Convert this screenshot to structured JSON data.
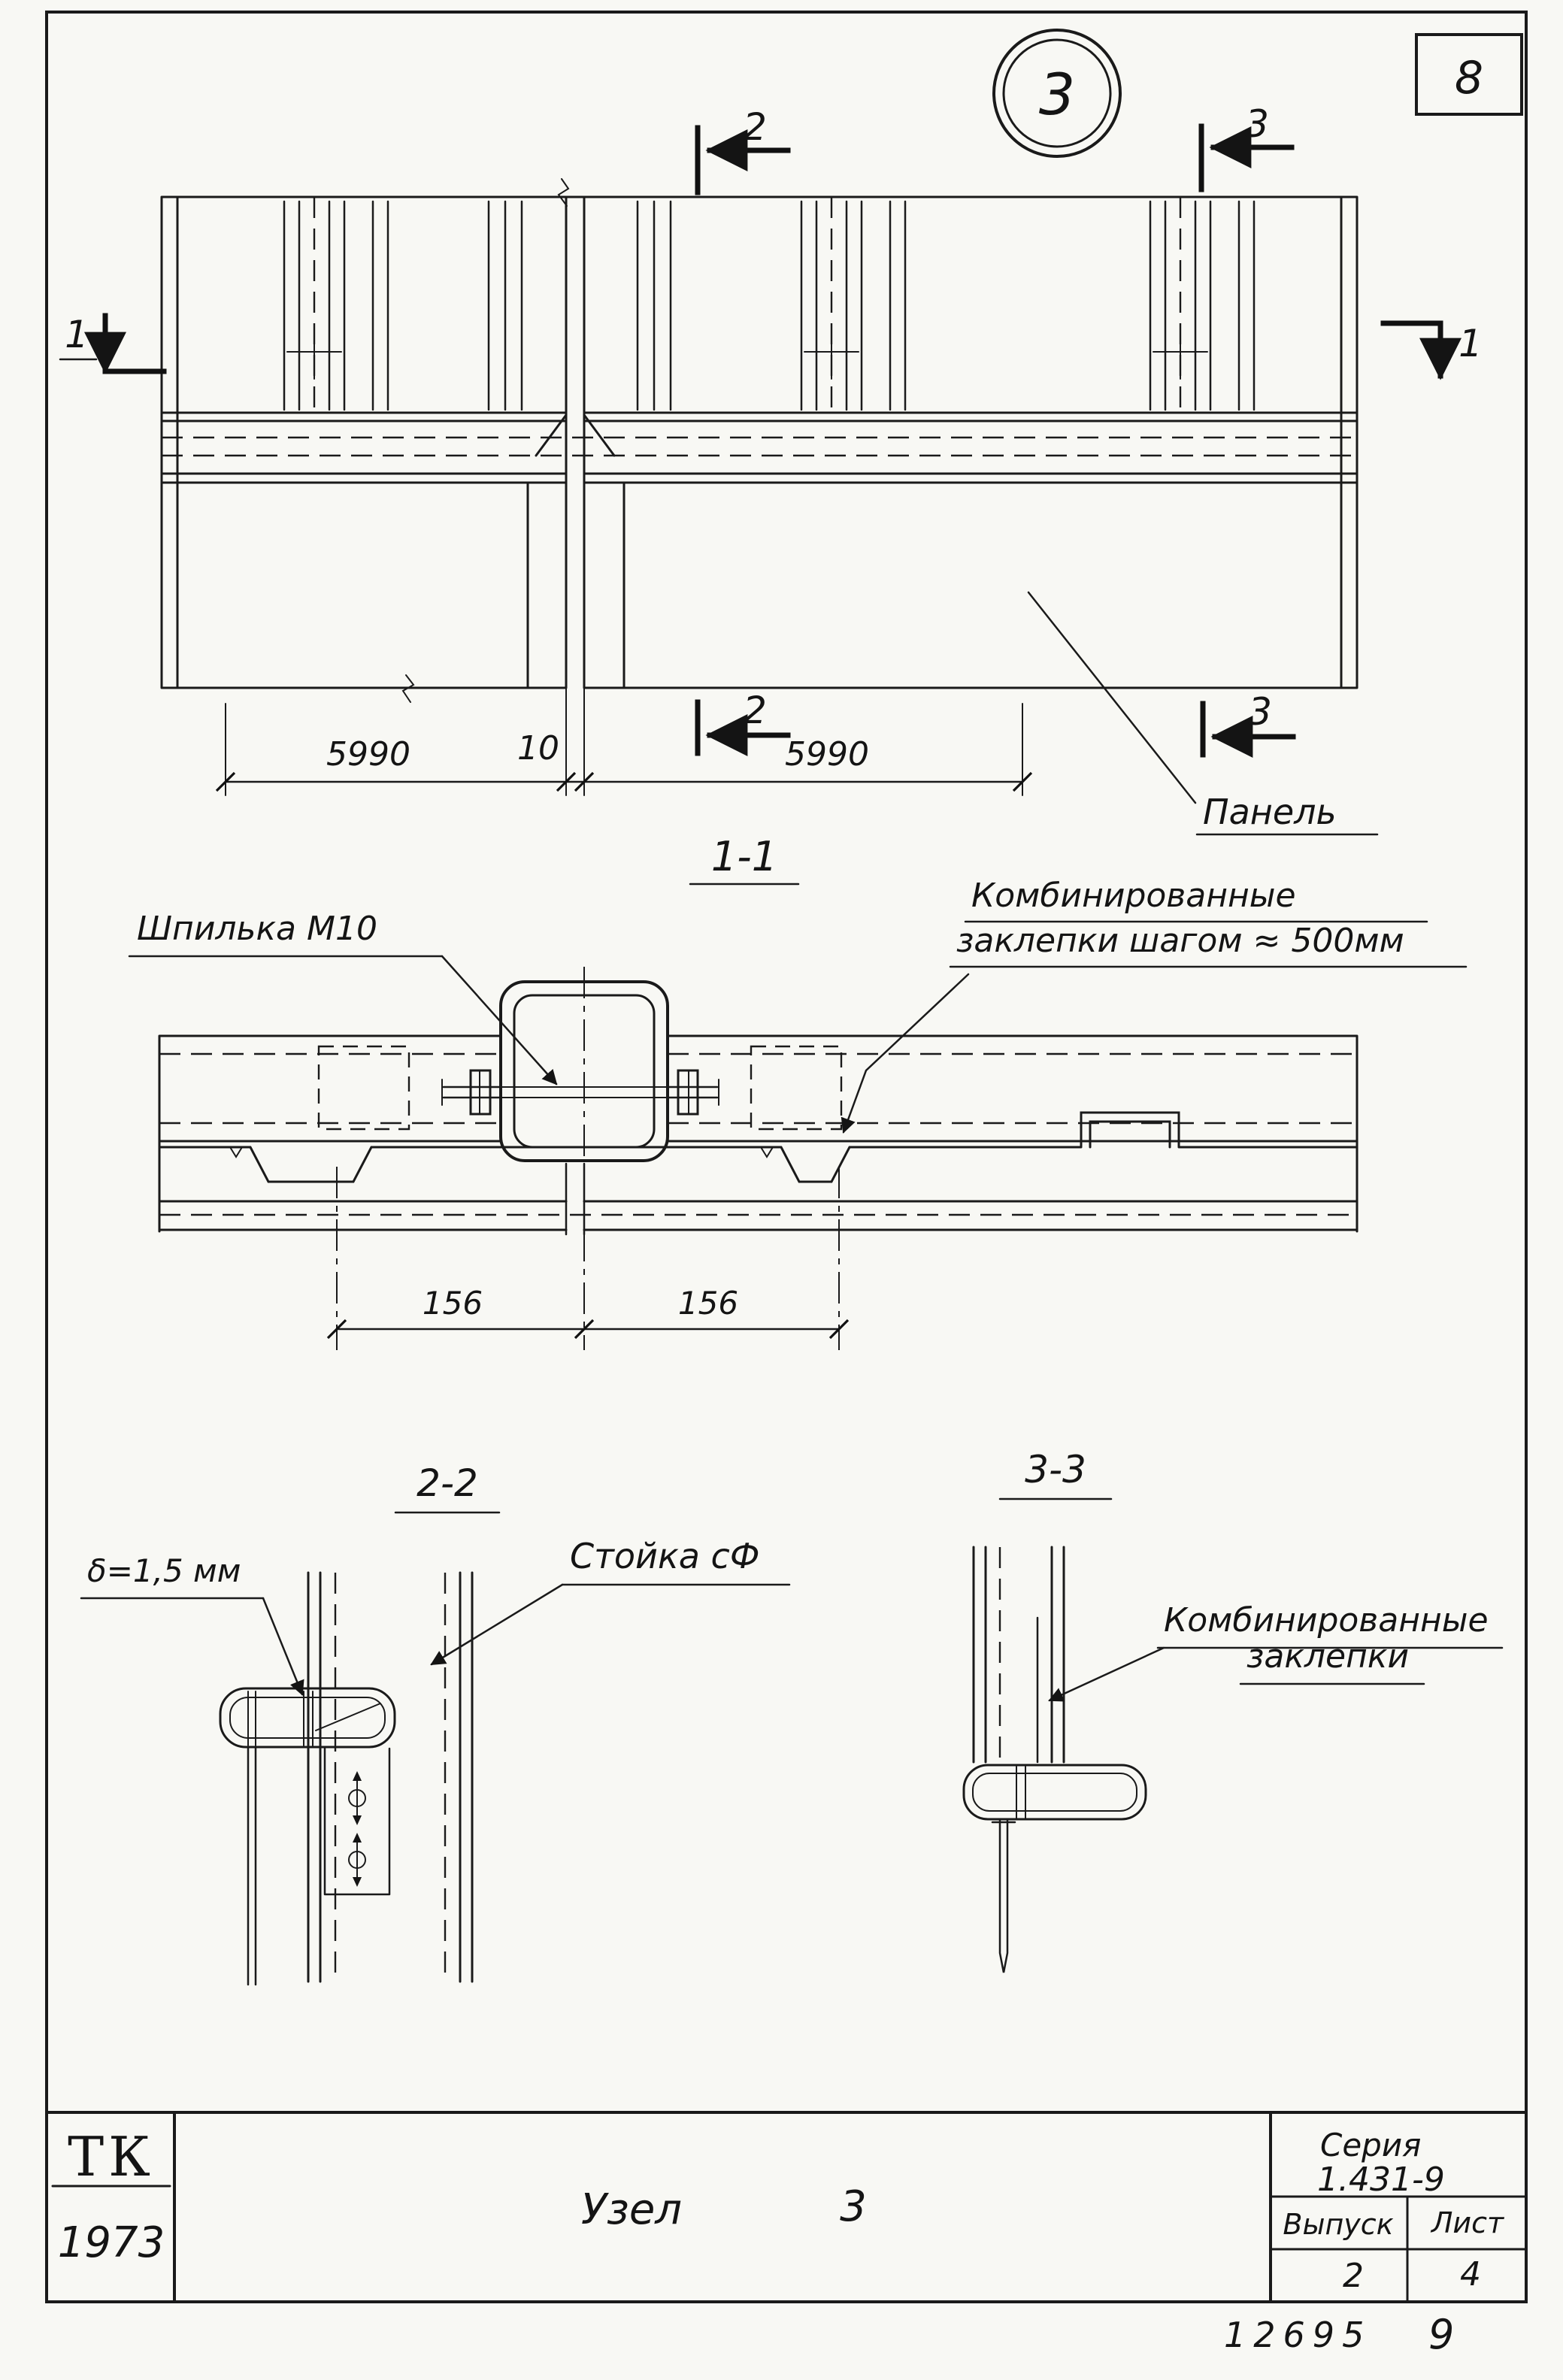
{
  "meta": {
    "sheet_corner_number": "8",
    "node_bubble": "3"
  },
  "plan": {
    "marks": {
      "top_2": "2",
      "top_3": "3",
      "left_1": "1",
      "right_1": "1",
      "bottom_2": "2",
      "bottom_3": "3"
    },
    "dims": {
      "left_panel": "5990",
      "joint_gap": "10",
      "right_panel": "5990"
    },
    "panel_label": "Панель"
  },
  "section11": {
    "title": "1-1",
    "stud_label": "Шпилька М10",
    "rivet_line1": "Комбинированные",
    "rivet_line2": "заклепки шагом ≈ 500мм",
    "dim_left": "156",
    "dim_right": "156"
  },
  "section22": {
    "title": "2-2",
    "thickness_label": "δ=1,5 мм",
    "post_label": "Стойка сФ"
  },
  "section33": {
    "title": "3-3",
    "rivet_line1": "Комбинированные",
    "rivet_line2": "заклепки"
  },
  "titleblock": {
    "org": "ТК",
    "year": "1973",
    "title_word": "Узел",
    "title_number": "3",
    "series_label": "Серия",
    "series_value": "1.431-9",
    "issue_label": "Выпуск",
    "issue_value": "2",
    "sheet_label": "Лист",
    "sheet_value": "4"
  },
  "footer": {
    "doc_number": "12695",
    "page": "9"
  }
}
